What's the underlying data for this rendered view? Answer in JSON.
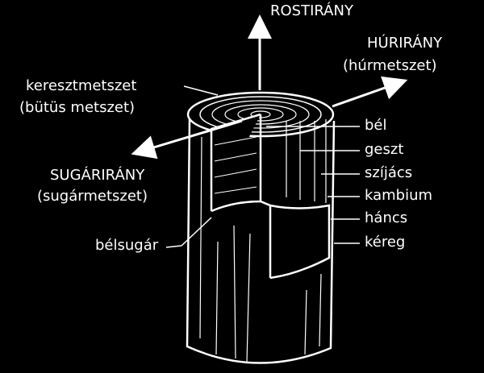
{
  "colors": {
    "background": "#000000",
    "foreground": "#ffffff"
  },
  "directions": {
    "fiber": "ROSTIRÁNY",
    "tangential": "HÚRIRÁNY",
    "tangential_section": "(húrmetszet)",
    "radial": "SUGÁRIRÁNY",
    "radial_section": "(sugármetszet)"
  },
  "cross_section": {
    "label": "keresztmetszet",
    "sub": "(bütüs metszet)"
  },
  "ray_label": "bélsugár",
  "layers": [
    "bél",
    "geszt",
    "szíjács",
    "kambium",
    "háncs",
    "kéreg"
  ]
}
